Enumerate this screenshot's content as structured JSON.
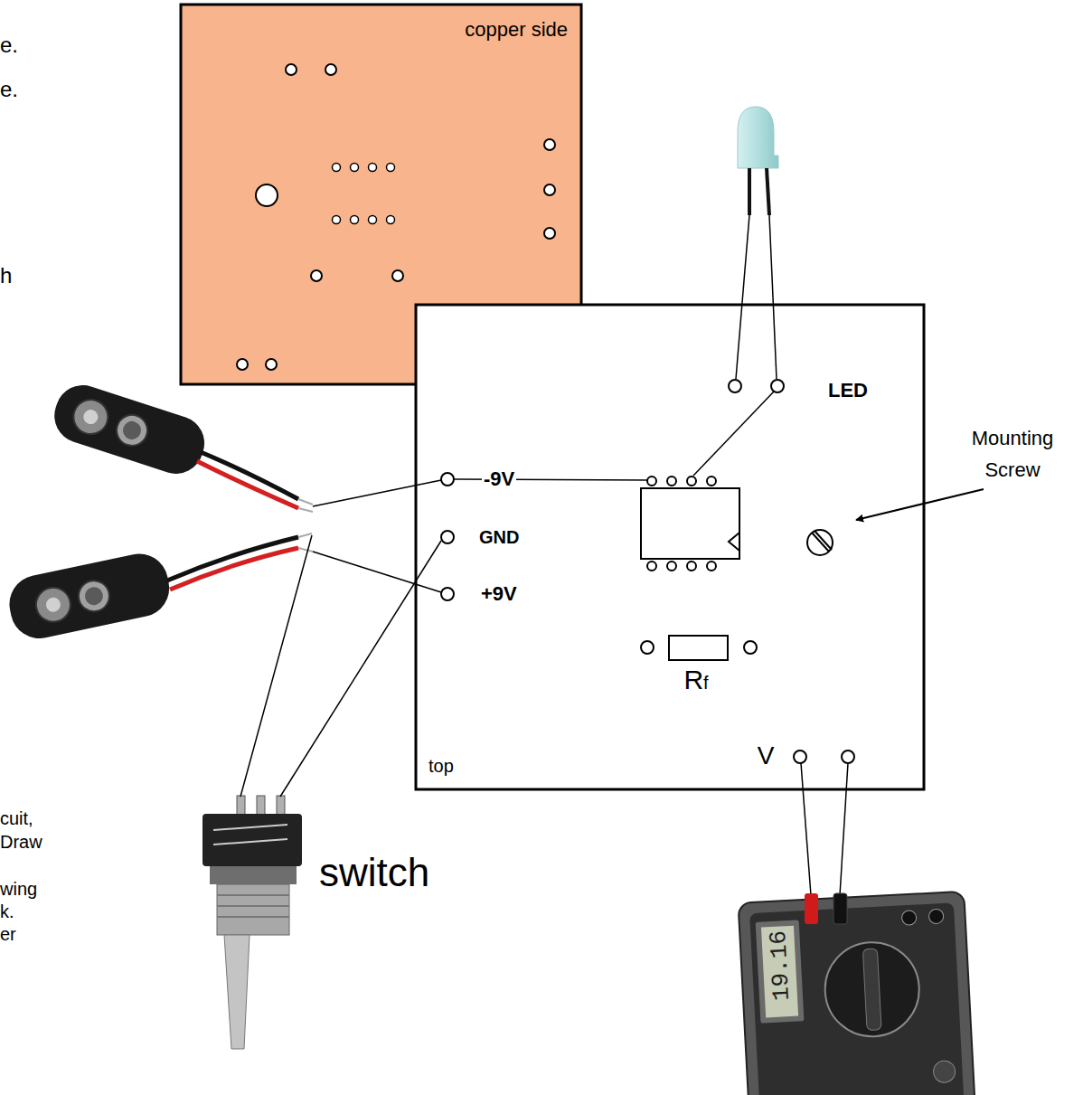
{
  "diagram": {
    "nodes": [
      {
        "text": [
          "copper side"
        ]
      },
      {
        "text": [
          "LED",
          "-9V",
          "GND",
          "+9V",
          "Rf",
          "top",
          "V"
        ]
      }
    ],
    "labels": [
      "e.",
      "e.",
      "h",
      "Mounting Screw",
      "switch",
      "19.16",
      "cuit,",
      "Draw",
      "wing",
      "k.",
      "er"
    ]
  }
}
